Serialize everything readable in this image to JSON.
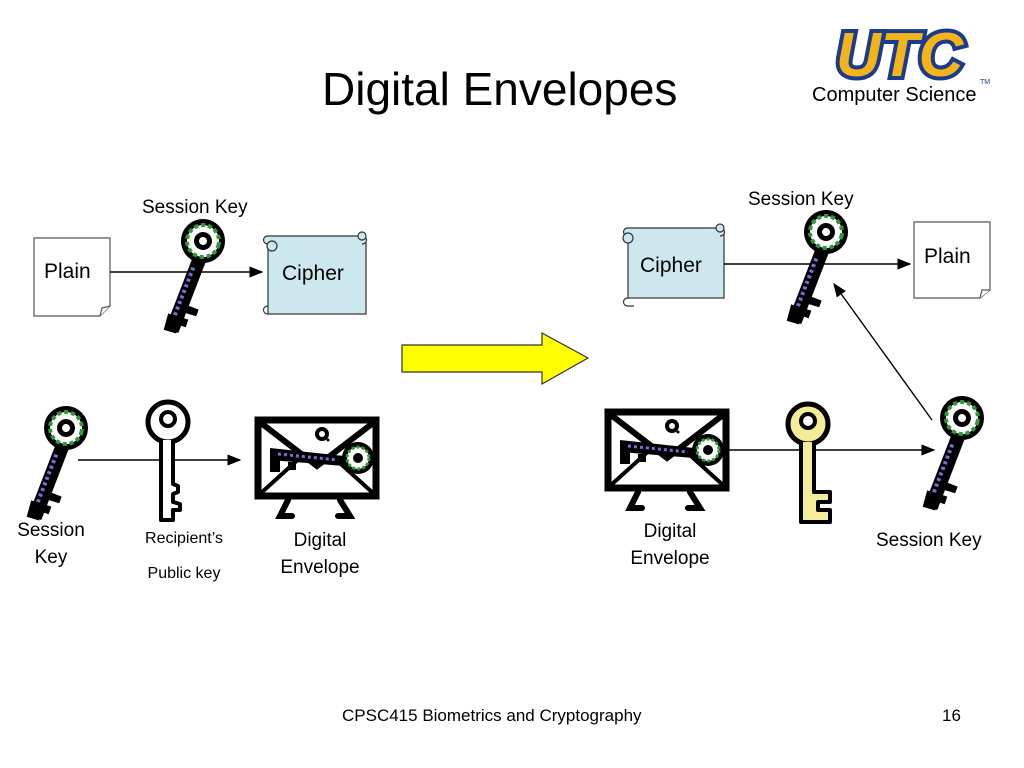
{
  "slide": {
    "title": "Digital Envelopes",
    "logo": {
      "name": "UTC",
      "subtitle": "Computer Science"
    },
    "footer": {
      "course": "CPSC415 Biometrics and Cryptography",
      "page": "16"
    }
  },
  "left": {
    "top_key_label": "Session Key",
    "plain_label": "Plain",
    "cipher_label": "Cipher",
    "session_key_label_line1": "Session",
    "session_key_label_line2": "Key",
    "public_key_label_line1": "Recipient’s",
    "public_key_label_line2": "Public key",
    "envelope_label_line1": "Digital",
    "envelope_label_line2": "Envelope"
  },
  "right": {
    "top_key_label": "Session Key",
    "cipher_label": "Cipher",
    "plain_label": "Plain",
    "envelope_label_line1": "Digital",
    "envelope_label_line2": "Envelope",
    "bottom_key_label": "Session Key"
  },
  "colors": {
    "arrow_fill": "#ffff00",
    "scroll_fill": "#cce8ee",
    "logo_gold": "#f3b41b",
    "logo_blue": "#1b3b8c",
    "key_green": "#2e9a3a",
    "key_purple": "#7b6cd8",
    "private_key_fill": "#f5ec9a"
  }
}
